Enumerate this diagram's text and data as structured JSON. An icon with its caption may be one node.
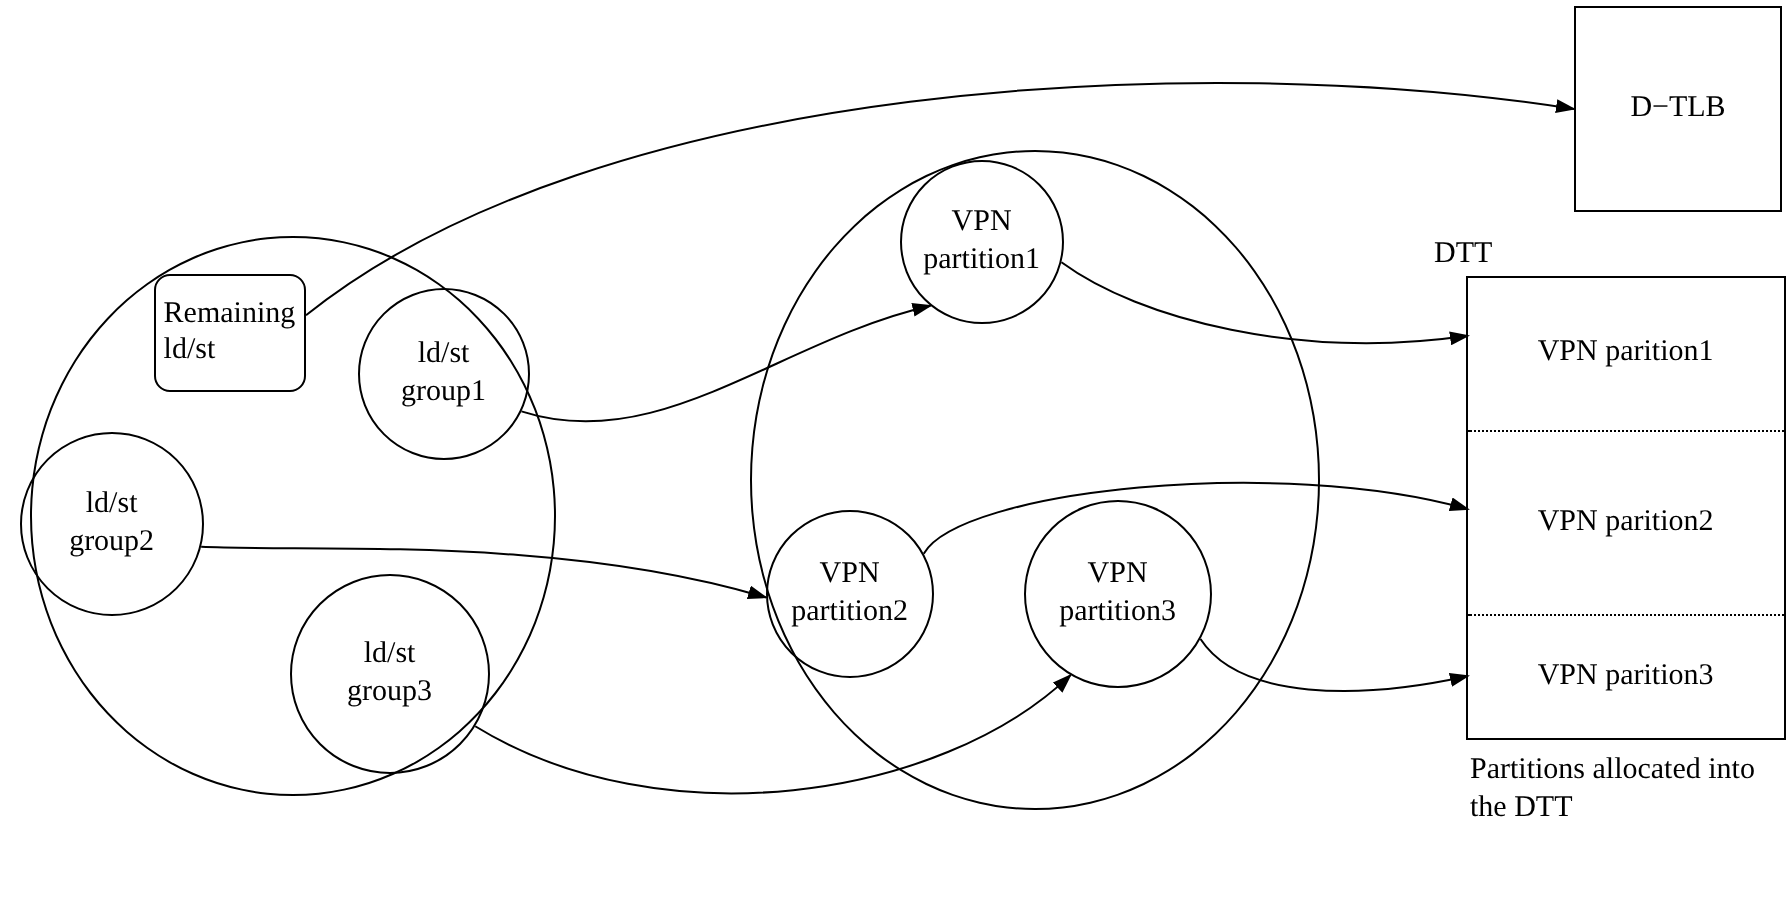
{
  "diagram": {
    "nodes": [
      {
        "text": [],
        "shape": "circle"
      },
      {
        "text": [
          "Remaining ld/st"
        ],
        "in": 0
      },
      {
        "text": [
          "ld/st group1"
        ],
        "in": 0
      },
      {
        "text": [
          "ld/st group2"
        ],
        "in": 0
      },
      {
        "text": [
          "ld/st group3"
        ],
        "in": 0
      },
      {
        "text": [],
        "shape": "circle"
      },
      {
        "text": [
          "VPN partition1"
        ],
        "in": 5
      },
      {
        "text": [
          "VPN partition2"
        ],
        "in": 5
      },
      {
        "text": [
          "VPN partition3"
        ],
        "in": 5
      },
      {
        "text": [
          "D−TLB"
        ]
      },
      {
        "text": [
          "DTT"
        ]
      },
      {
        "text": [
          "VPN parition1"
        ],
        "in": 10
      },
      {
        "text": [
          "VPN parition2"
        ],
        "in": 10
      },
      {
        "text": [
          "VPN parition3"
        ],
        "in": 10
      }
    ],
    "edges": [
      {
        "from": 1,
        "to": 9,
        "arrow": "to"
      },
      {
        "from": 2,
        "to": 6,
        "arrow": "to"
      },
      {
        "from": 3,
        "to": 7,
        "arrow": "to"
      },
      {
        "from": 4,
        "to": 8,
        "arrow": "to"
      },
      {
        "from": 6,
        "to": 11,
        "arrow": "to"
      },
      {
        "from": 7,
        "to": 12,
        "arrow": "to"
      },
      {
        "from": 8,
        "to": 13,
        "arrow": "to"
      }
    ],
    "labels": [
      "Partitions allocated into the DTT"
    ]
  }
}
